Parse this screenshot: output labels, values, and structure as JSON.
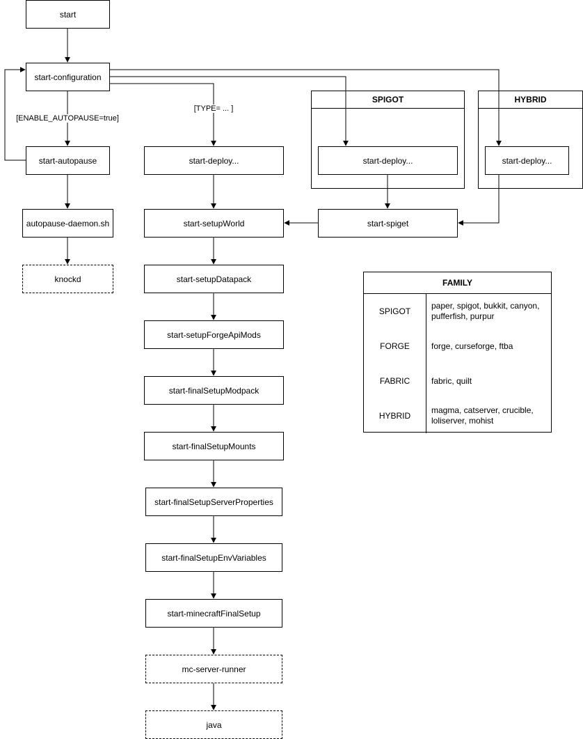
{
  "nodes": {
    "start": "start",
    "config": "start-configuration",
    "autopause": "start-autopause",
    "daemon": "autopause-daemon.sh",
    "knockd": "knockd",
    "deploy": "start-deploy...",
    "spigot_deploy": "start-deploy...",
    "hybrid_deploy": "start-deploy...",
    "spiget": "start-spiget",
    "setupWorld": "start-setupWorld",
    "setupDatapack": "start-setupDatapack",
    "forgeApiMods": "start-setupForgeApiMods",
    "finalModpack": "start-finalSetupModpack",
    "finalMounts": "start-finalSetupMounts",
    "finalServerProps": "start-finalSetupServerProperties",
    "finalEnv": "start-finalSetupEnvVariables",
    "mcFinal": "start-minecraftFinalSetup",
    "runner": "mc-server-runner",
    "java": "java"
  },
  "edge_labels": {
    "autopause": "[ENABLE_AUTOPAUSE=true]",
    "type": "[TYPE= ... ]"
  },
  "groups": {
    "spigot": "SPIGOT",
    "hybrid": "HYBRID"
  },
  "family": {
    "title": "FAMILY",
    "rows": [
      {
        "key": "SPIGOT",
        "value": "paper, spigot, bukkit, canyon, pufferfish, purpur"
      },
      {
        "key": "FORGE",
        "value": "forge, curseforge, ftba"
      },
      {
        "key": "FABRIC",
        "value": "fabric, quilt"
      },
      {
        "key": "HYBRID",
        "value": "magma, catserver, crucible, loliserver, mohist"
      }
    ]
  }
}
